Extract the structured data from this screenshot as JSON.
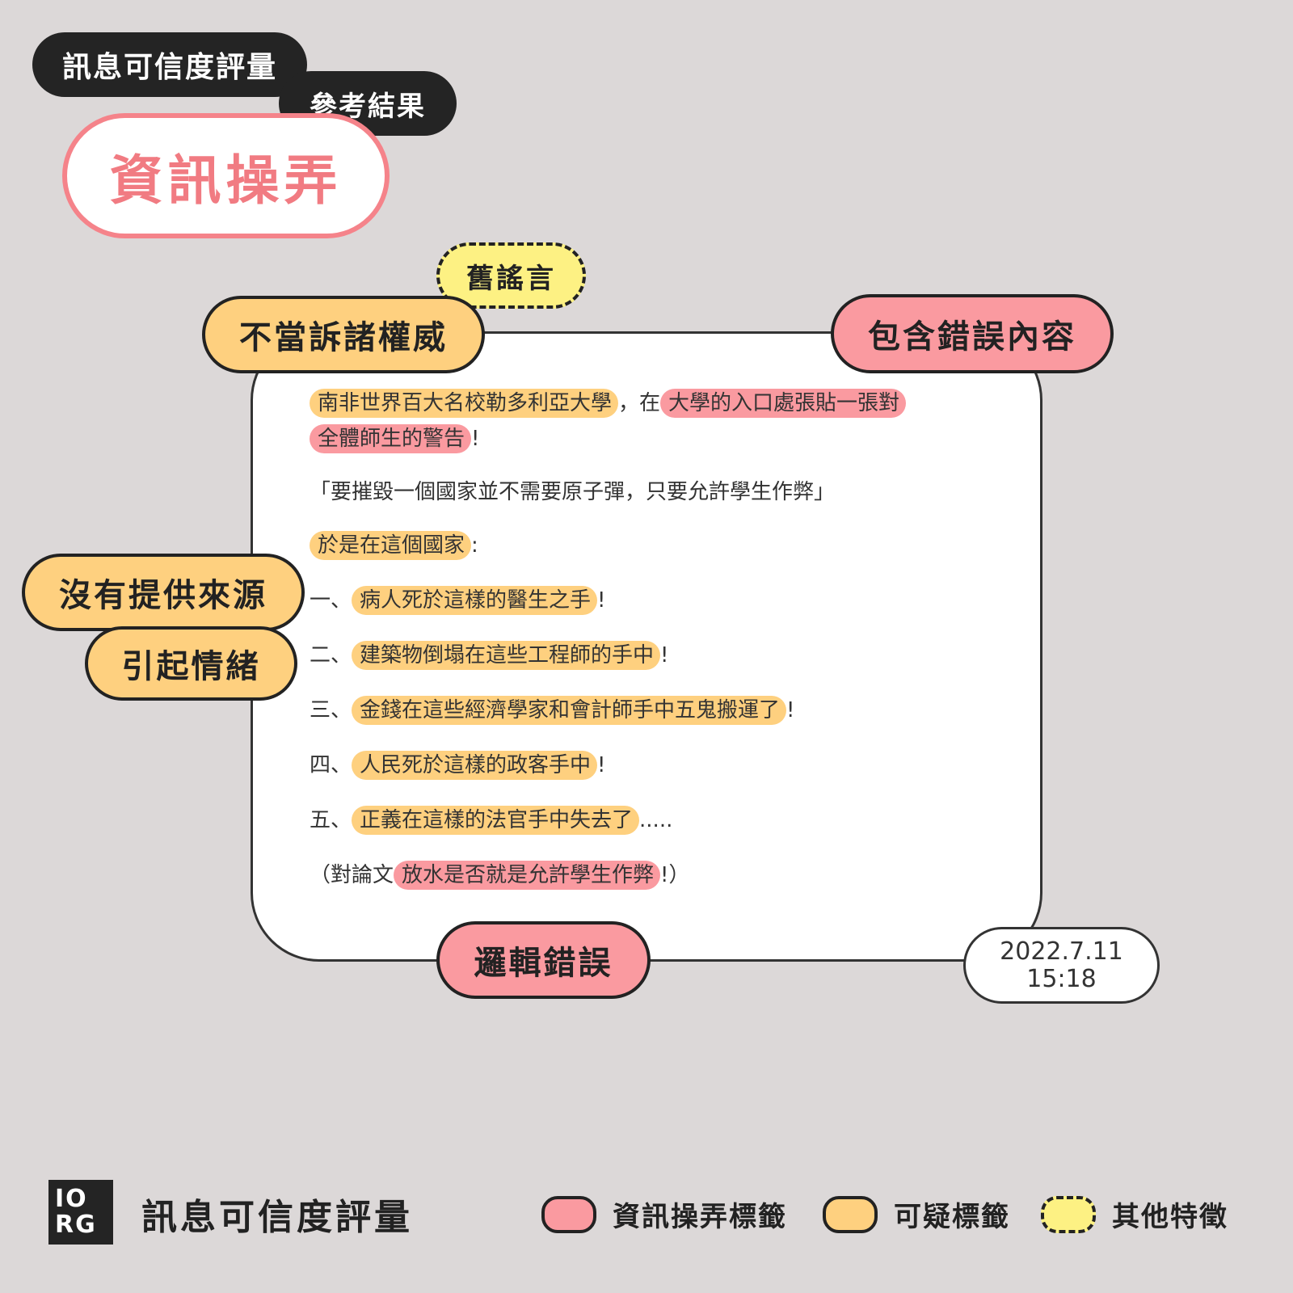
{
  "header": {
    "title_tag": "訊息可信度評量",
    "subtitle_tag": "參考結果",
    "verdict": "資訊操弄"
  },
  "labels": {
    "old_rumor": "舊謠言",
    "appeal_authority": "不當訴諸權威",
    "false_content": "包含錯誤內容",
    "no_source": "沒有提供來源",
    "emotional": "引起情緒",
    "logical_error": "邏輯錯誤"
  },
  "timestamp": {
    "date": "2022.7.11",
    "time": "15:18"
  },
  "message": {
    "l1_a": "南非世界百大名校勒多利亞大學",
    "l1_b": "，在",
    "l1_c": "大學的入口處張貼一張對",
    "l2_a": "全體師生的警告",
    "l2_b": "!",
    "l3": "「要摧毀一個國家並不需要原子彈，只要允許學生作弊」",
    "l4_a": "於是在這個國家",
    "l4_b": ":",
    "items": [
      {
        "prefix": "一、",
        "text": "病人死於這樣的醫生之手",
        "suffix": "!"
      },
      {
        "prefix": "二、",
        "text": "建築物倒塌在這些工程師的手中",
        "suffix": "!"
      },
      {
        "prefix": "三、",
        "text": "金錢在這些經濟學家和會計師手中五鬼搬運了",
        "suffix": "!"
      },
      {
        "prefix": "四、",
        "text": "人民死於這樣的政客手中",
        "suffix": "!"
      },
      {
        "prefix": "五、",
        "text": "正義在這樣的法官手中失去了",
        "suffix": "....."
      }
    ],
    "l10_a": "（對論文",
    "l10_b": "放水是否就是允許學生作弊",
    "l10_c": "!）"
  },
  "footer": {
    "logo_top": "IO",
    "logo_bottom": "RG",
    "brand": "訊息可信度評量",
    "legend": [
      {
        "label": "資訊操弄標籤",
        "color": "#fa9aa0"
      },
      {
        "label": "可疑標籤",
        "color": "#fed07f"
      },
      {
        "label": "其他特徵",
        "color": "#fdf183"
      }
    ]
  }
}
